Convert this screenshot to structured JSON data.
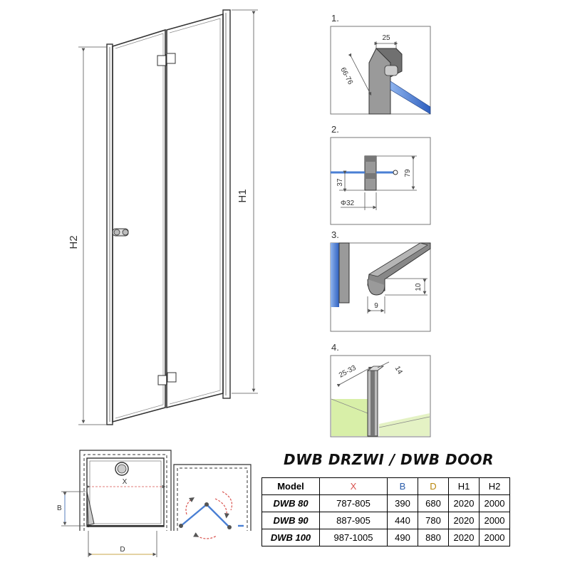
{
  "door_elevation": {
    "h1_label": "H1",
    "h2_label": "H2"
  },
  "details": [
    {
      "number": "1.",
      "dims": [
        "25",
        "66-76"
      ]
    },
    {
      "number": "2.",
      "dims": [
        "37",
        "79",
        "Φ32"
      ]
    },
    {
      "number": "3.",
      "dims": [
        "10",
        "9"
      ]
    },
    {
      "number": "4.",
      "dims": [
        "25-33",
        "14"
      ]
    }
  ],
  "plan_labels": {
    "x": "X",
    "b": "B",
    "d": "D"
  },
  "colors": {
    "x": "#d9534f",
    "b": "#2a5caa",
    "d": "#b8860b",
    "glass": "#4a7fd4",
    "floor": "#d8efa8"
  },
  "title": "DWB DRZWI / DWB DOOR",
  "table": {
    "headers": [
      "Model",
      "X",
      "B",
      "D",
      "H1",
      "H2"
    ],
    "rows": [
      [
        "DWB 80",
        "787-805",
        "390",
        "680",
        "2020",
        "2000"
      ],
      [
        "DWB 90",
        "887-905",
        "440",
        "780",
        "2020",
        "2000"
      ],
      [
        "DWB 100",
        "987-1005",
        "490",
        "880",
        "2020",
        "2000"
      ]
    ]
  }
}
